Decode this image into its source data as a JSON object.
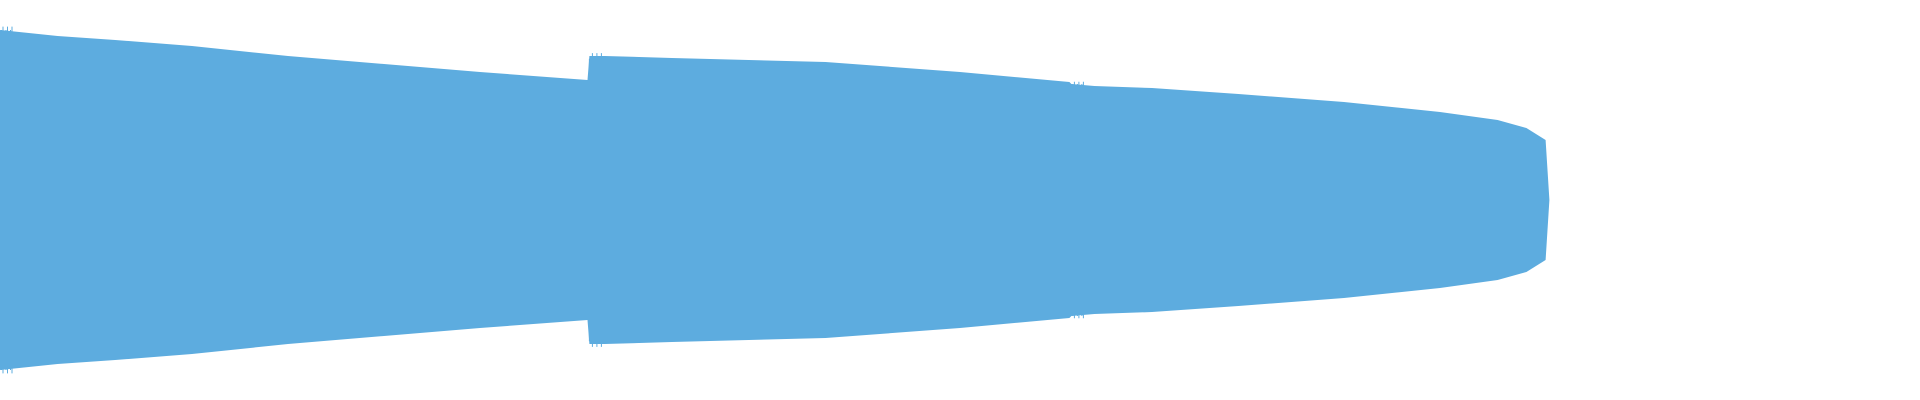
{
  "waveform": {
    "color": "#5dacdf",
    "background": "#ffffff",
    "envelope": [
      {
        "t": 0.0,
        "amp": 0.85
      },
      {
        "t": 0.03,
        "amp": 0.82
      },
      {
        "t": 0.06,
        "amp": 0.8
      },
      {
        "t": 0.1,
        "amp": 0.77
      },
      {
        "t": 0.15,
        "amp": 0.72
      },
      {
        "t": 0.2,
        "amp": 0.68
      },
      {
        "t": 0.25,
        "amp": 0.64
      },
      {
        "t": 0.306,
        "amp": 0.6
      },
      {
        "t": 0.307,
        "amp": 0.72
      },
      {
        "t": 0.315,
        "amp": 0.72
      },
      {
        "t": 0.35,
        "amp": 0.71
      },
      {
        "t": 0.43,
        "amp": 0.69
      },
      {
        "t": 0.5,
        "amp": 0.64
      },
      {
        "t": 0.557,
        "amp": 0.59
      },
      {
        "t": 0.558,
        "amp": 0.58
      },
      {
        "t": 0.57,
        "amp": 0.57
      },
      {
        "t": 0.6,
        "amp": 0.56
      },
      {
        "t": 0.645,
        "amp": 0.53
      },
      {
        "t": 0.7,
        "amp": 0.49
      },
      {
        "t": 0.75,
        "amp": 0.44
      },
      {
        "t": 0.78,
        "amp": 0.4
      },
      {
        "t": 0.795,
        "amp": 0.36
      },
      {
        "t": 0.805,
        "amp": 0.3
      },
      {
        "t": 0.807,
        "amp": 0.0
      }
    ]
  }
}
